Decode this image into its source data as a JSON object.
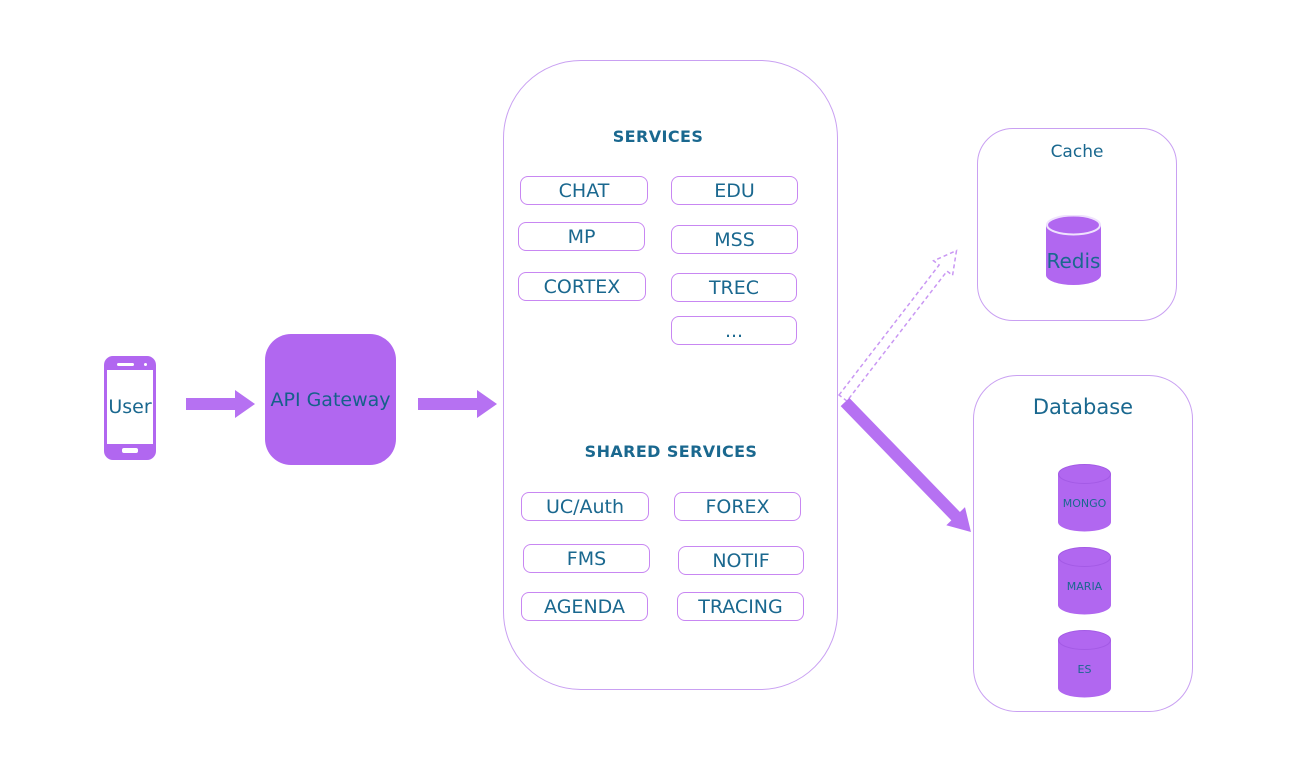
{
  "user": {
    "label": "User"
  },
  "api_gateway": {
    "label": "API Gateway"
  },
  "services": {
    "title": "SERVICES",
    "col1": [
      "CHAT",
      "MP",
      "CORTEX"
    ],
    "col2": [
      "EDU",
      "MSS",
      "TREC",
      "..."
    ]
  },
  "shared": {
    "title": "SHARED SERVICES",
    "col1": [
      "UC/Auth",
      "FMS",
      "AGENDA"
    ],
    "col2": [
      "FOREX",
      "NOTIF",
      "TRACING"
    ]
  },
  "cache": {
    "title": "Cache",
    "nodes": [
      "Redis"
    ]
  },
  "database": {
    "title": "Database",
    "nodes": [
      "MONGO",
      "MARIA",
      "ES"
    ]
  },
  "colors": {
    "purple_fill": "#b167f0",
    "arrow_purple": "#b671f2",
    "dashed_arrow_stroke": "#c997f3",
    "container_border": "#c9a0f2",
    "box_border": "#c887f2",
    "text_teal": "#1a688f"
  }
}
